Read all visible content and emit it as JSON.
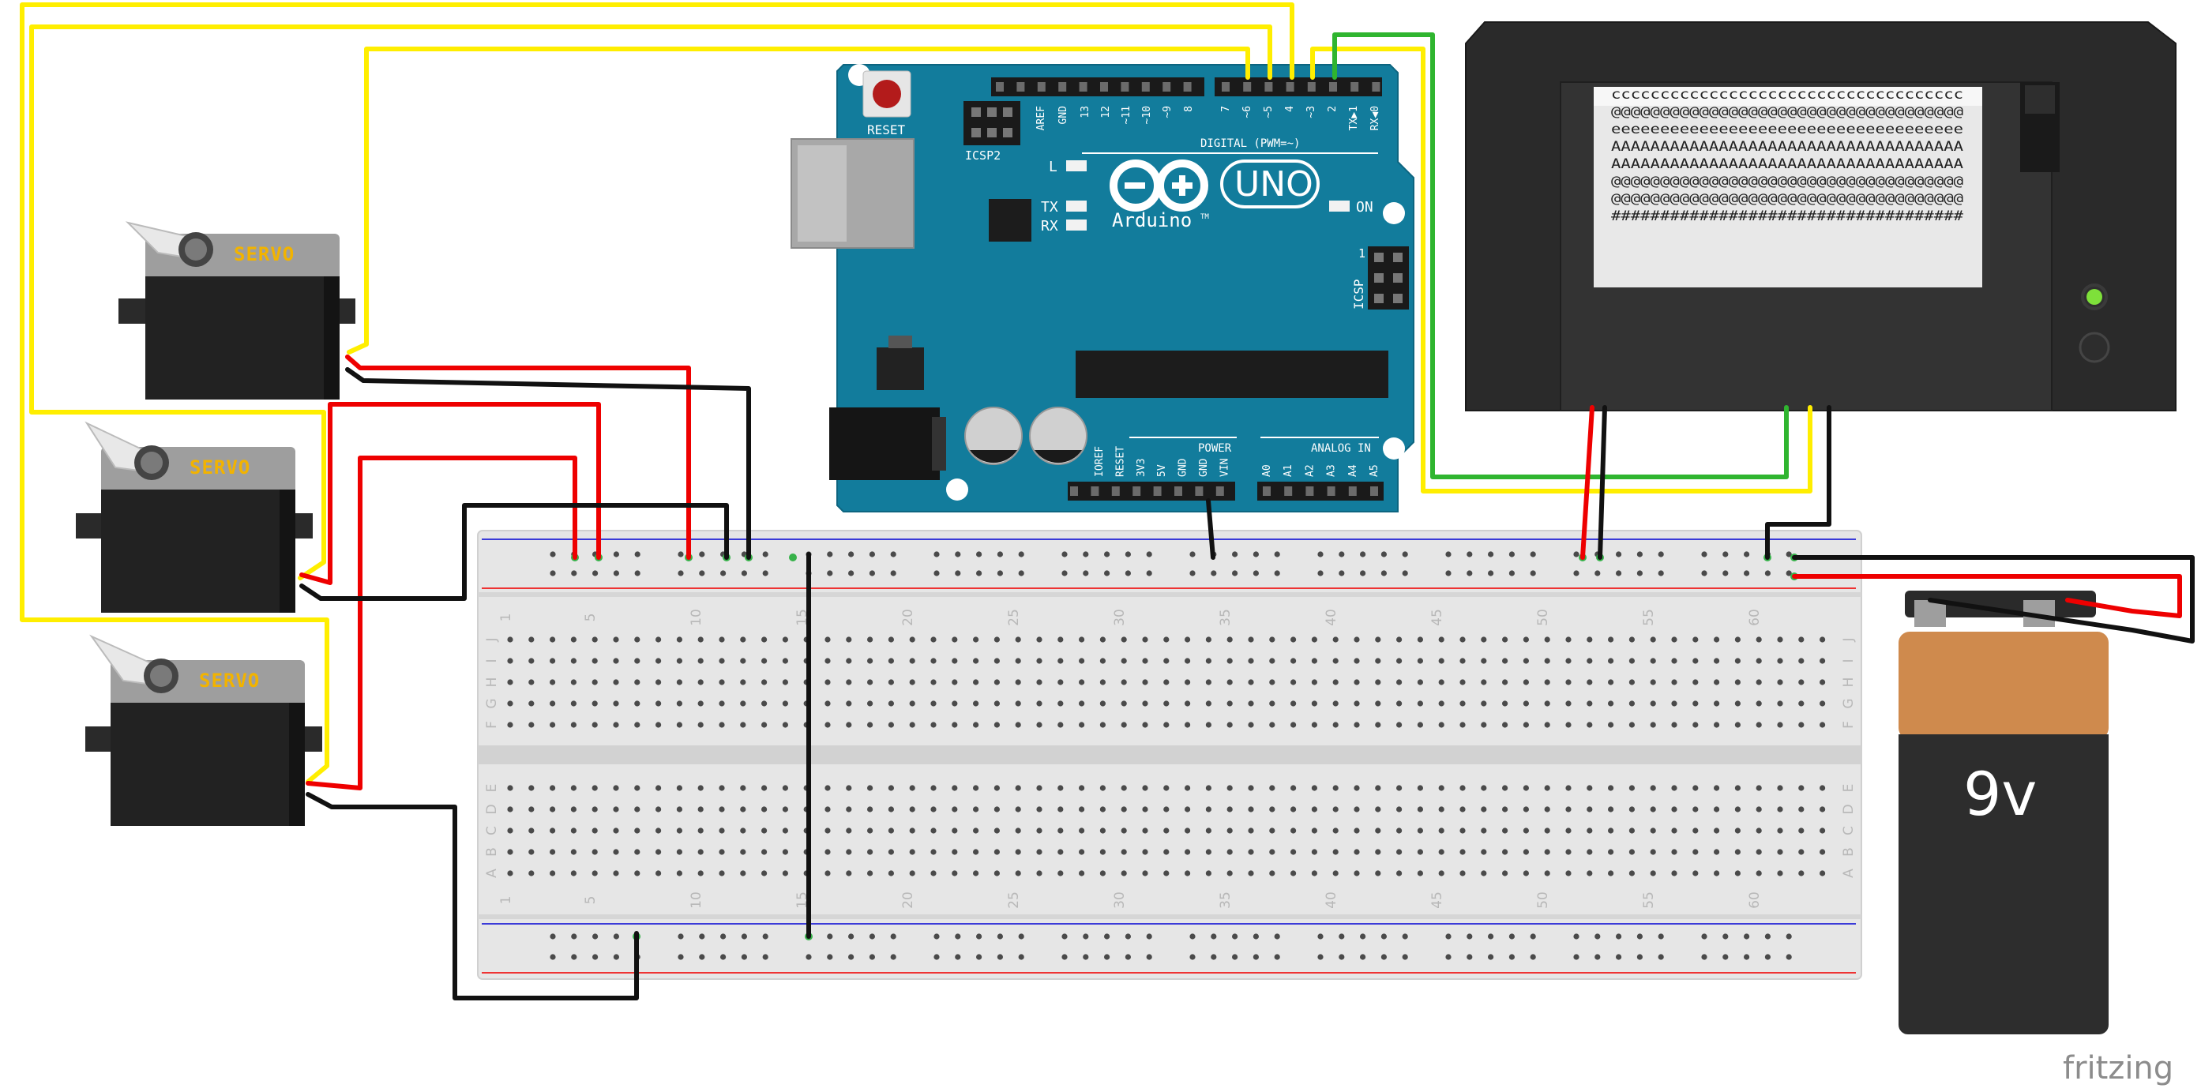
{
  "arduino": {
    "reset": "RESET",
    "icsp2": "ICSP2",
    "icsp": "ICSP",
    "icsp_pin1": "1",
    "led_l": "L",
    "led_tx": "TX",
    "led_rx": "RX",
    "led_on": "ON",
    "brand": "Arduino",
    "model": "UNO",
    "tm": "TM",
    "digital_label": "DIGITAL (PWM=~)",
    "digital_pins": [
      "AREF",
      "GND",
      "13",
      "12",
      "~11",
      "~10",
      "~9",
      "8",
      "7",
      "~6",
      "~5",
      "4",
      "~3",
      "2",
      "TX▶1",
      "RX◀0"
    ],
    "power_label": "POWER",
    "power_pins": [
      "IOREF",
      "RESET",
      "3V3",
      "5V",
      "GND",
      "GND",
      "VIN"
    ],
    "analog_label": "ANALOG IN",
    "analog_pins": [
      "A0",
      "A1",
      "A2",
      "A3",
      "A4",
      "A5"
    ]
  },
  "servos": [
    {
      "label": "SERVO"
    },
    {
      "label": "SERVO"
    },
    {
      "label": "SERVO"
    }
  ],
  "breadboard": {
    "column_numbers": [
      "1",
      "5",
      "10",
      "15",
      "20",
      "25",
      "30",
      "35",
      "40",
      "45",
      "50",
      "55",
      "60"
    ],
    "row_letters_top": [
      "J",
      "I",
      "H",
      "G",
      "F"
    ],
    "row_letters_bottom": [
      "E",
      "D",
      "C",
      "B",
      "A"
    ]
  },
  "printer": {
    "paper_lines": [
      "cccccccccccccccccccccccccccccccccccc",
      "@@@@@@@@@@@@@@@@@@@@@@@@@@@@@@@@@@@@",
      "eeeeeeeeeeeeeeeeeeeeeeeeeeeeeeeeeeee",
      "AAAAAAAAAAAAAAAAAAAAAAAAAAAAAAAAAAAA",
      "AAAAAAAAAAAAAAAAAAAAAAAAAAAAAAAAAAAA",
      "@@@@@@@@@@@@@@@@@@@@@@@@@@@@@@@@@@@@",
      "@@@@@@@@@@@@@@@@@@@@@@@@@@@@@@@@@@@@",
      "####################################"
    ],
    "status_led_color": "#7ee03a"
  },
  "battery": {
    "label": "9v"
  },
  "watermark": "fritzing",
  "colors": {
    "pcb": "#127c9c",
    "wire_yellow": "#ffee00",
    "wire_red": "#ee0000",
    "wire_black": "#111111",
    "wire_green": "#2fb52f",
    "battery_top": "#cf8a4d",
    "battery_body": "#2d2d2d"
  }
}
